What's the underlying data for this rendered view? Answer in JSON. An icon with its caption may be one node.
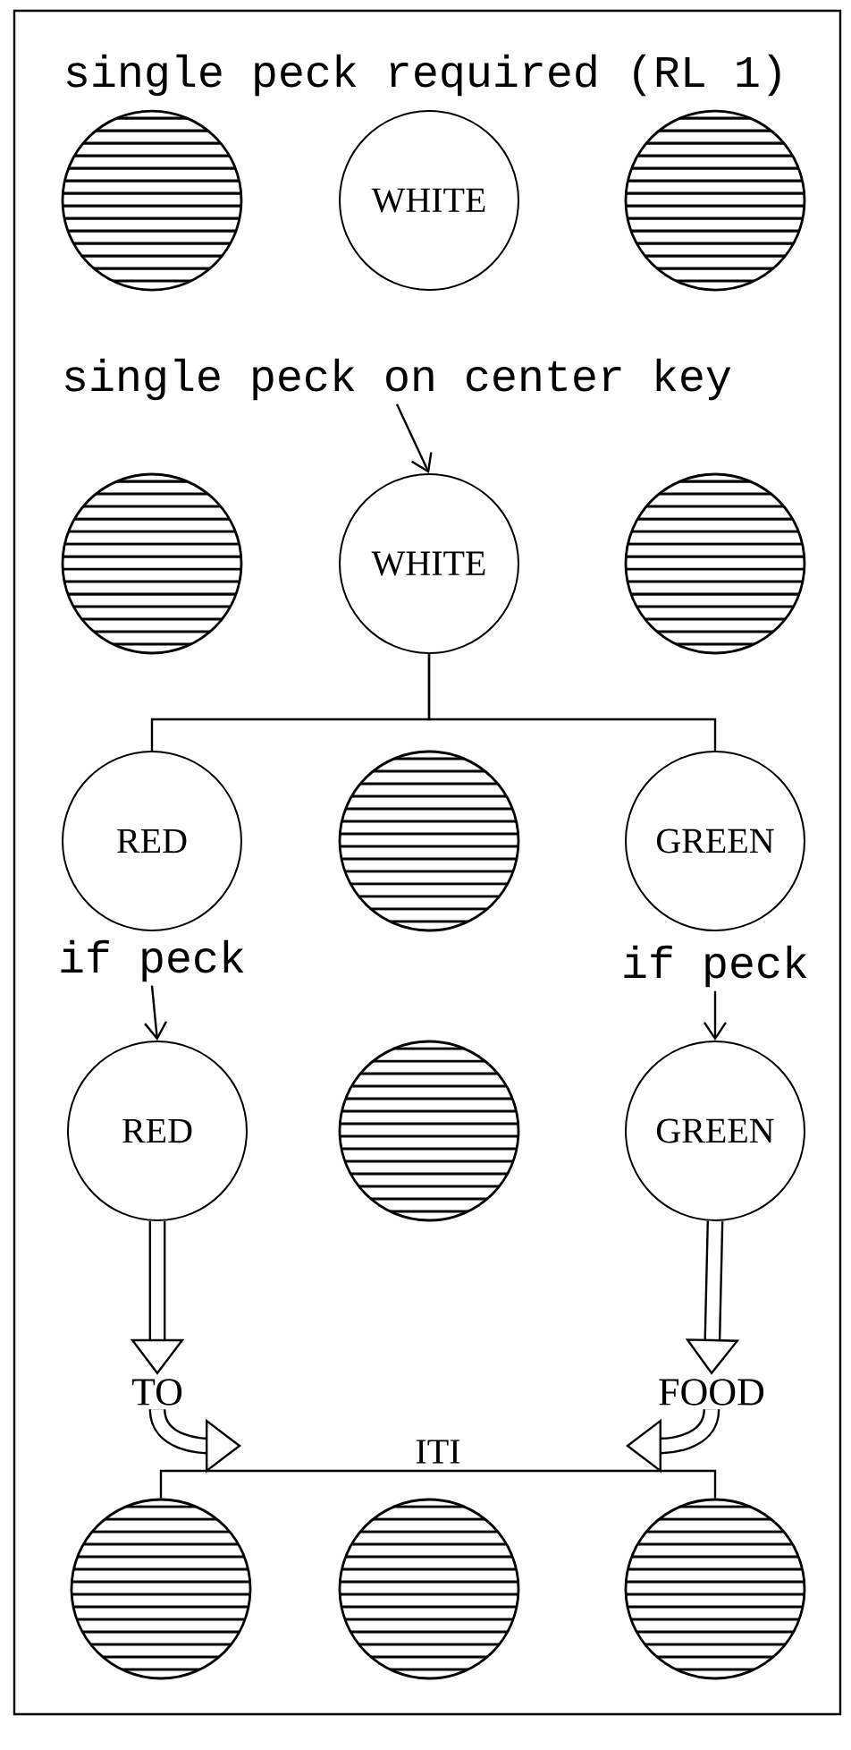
{
  "diagram": {
    "nodes": [
      {
        "text": [],
        "shape": "circle"
      },
      {
        "text": [
          "WHITE"
        ]
      },
      {
        "text": [],
        "shape": "circle"
      },
      {
        "text": [
          "single peck on center key"
        ]
      },
      {
        "text": [],
        "shape": "circle"
      },
      {
        "text": [
          "WHITE"
        ]
      },
      {
        "text": [],
        "shape": "circle"
      },
      {
        "text": [
          "RED"
        ]
      },
      {
        "text": [],
        "shape": "circle"
      },
      {
        "text": [
          "GREEN"
        ]
      },
      {
        "text": [
          "if peck"
        ]
      },
      {
        "text": [
          "if peck"
        ]
      },
      {
        "text": [
          "RED"
        ]
      },
      {
        "text": [],
        "shape": "circle"
      },
      {
        "text": [
          "GREEN"
        ]
      },
      {
        "text": [
          "TO"
        ]
      },
      {
        "text": [
          "FOOD"
        ]
      },
      {
        "text": [],
        "shape": "circle"
      },
      {
        "text": [],
        "shape": "circle"
      },
      {
        "text": [],
        "shape": "circle"
      }
    ],
    "edges": [
      {
        "from": 3,
        "to": 5,
        "arrow": "to"
      },
      {
        "from": 5,
        "to": 7,
        "arrow": "none"
      },
      {
        "from": 5,
        "to": 9,
        "arrow": "none"
      },
      {
        "from": 10,
        "to": 12,
        "arrow": "to"
      },
      {
        "from": 11,
        "to": 14,
        "arrow": "to"
      },
      {
        "from": 12,
        "to": 15,
        "arrow": "to",
        "style": "thick"
      },
      {
        "from": 14,
        "to": 16,
        "arrow": "to",
        "style": "thick"
      },
      {
        "from": 15,
        "to": null,
        "arrow": "to",
        "style": "thick"
      },
      {
        "from": 16,
        "to": null,
        "arrow": "to",
        "style": "thick"
      },
      {
        "from": 17,
        "to": 19,
        "arrow": "none",
        "label": "ITI"
      }
    ],
    "labels": [
      "single peck required (RL 1)"
    ]
  }
}
